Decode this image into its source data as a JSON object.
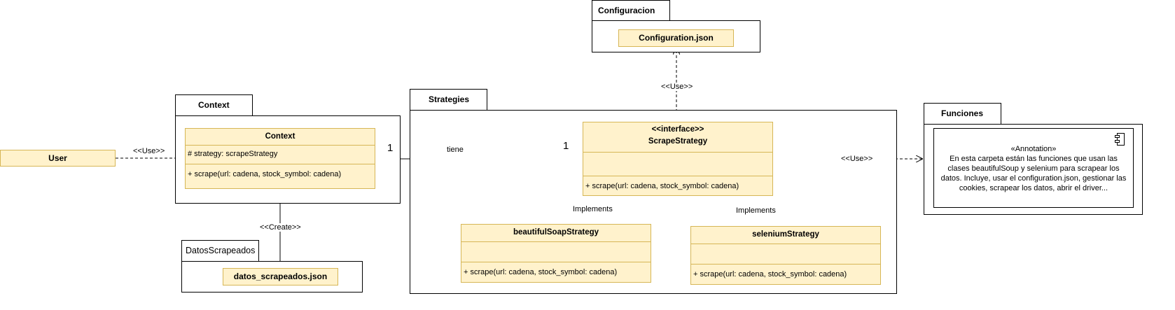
{
  "actor": {
    "user": "User"
  },
  "packages": {
    "configuracion": {
      "name": "Configuracion",
      "file": "Configuration.json"
    },
    "context": {
      "name": "Context"
    },
    "strategies": {
      "name": "Strategies"
    },
    "funciones": {
      "name": "Funciones"
    },
    "datos": {
      "name": "DatosScrapeados",
      "file": "datos_scrapeados.json"
    }
  },
  "classes": {
    "context": {
      "name": "Context",
      "attribute": "# strategy: scrapeStrategy",
      "method": "+ scrape(url: cadena, stock_symbol: cadena)"
    },
    "scrape_strategy": {
      "stereotype": "<<interface>>",
      "name": "ScrapeStrategy",
      "method": "+ scrape(url: cadena, stock_symbol: cadena)"
    },
    "beautifulsoup": {
      "name": "beautifulSoapStrategy",
      "method": "+ scrape(url: cadena, stock_symbol: cadena)"
    },
    "selenium": {
      "name": "seleniumStrategy",
      "method": "+ scrape(url: cadena, stock_symbol: cadena)"
    }
  },
  "annotation": {
    "stereotype": "«Annotation»",
    "text": "En esta carpeta están las funciones que usan las clases beautifulSoup y selenium para scrapear los datos. Incluye, usar el configuration.json, gestionar las cookies, scrapear los datos, abrir el driver..."
  },
  "edges": {
    "user_use": "<<Use>>",
    "assoc_label": "tiene",
    "assoc_mult_context": "1",
    "assoc_mult_strategy": "1",
    "config_use": "<<Use>>",
    "funciones_use": "<<Use>>",
    "create": "<<Create>>",
    "implements_left": "Implements",
    "implements_right": "Implements"
  }
}
